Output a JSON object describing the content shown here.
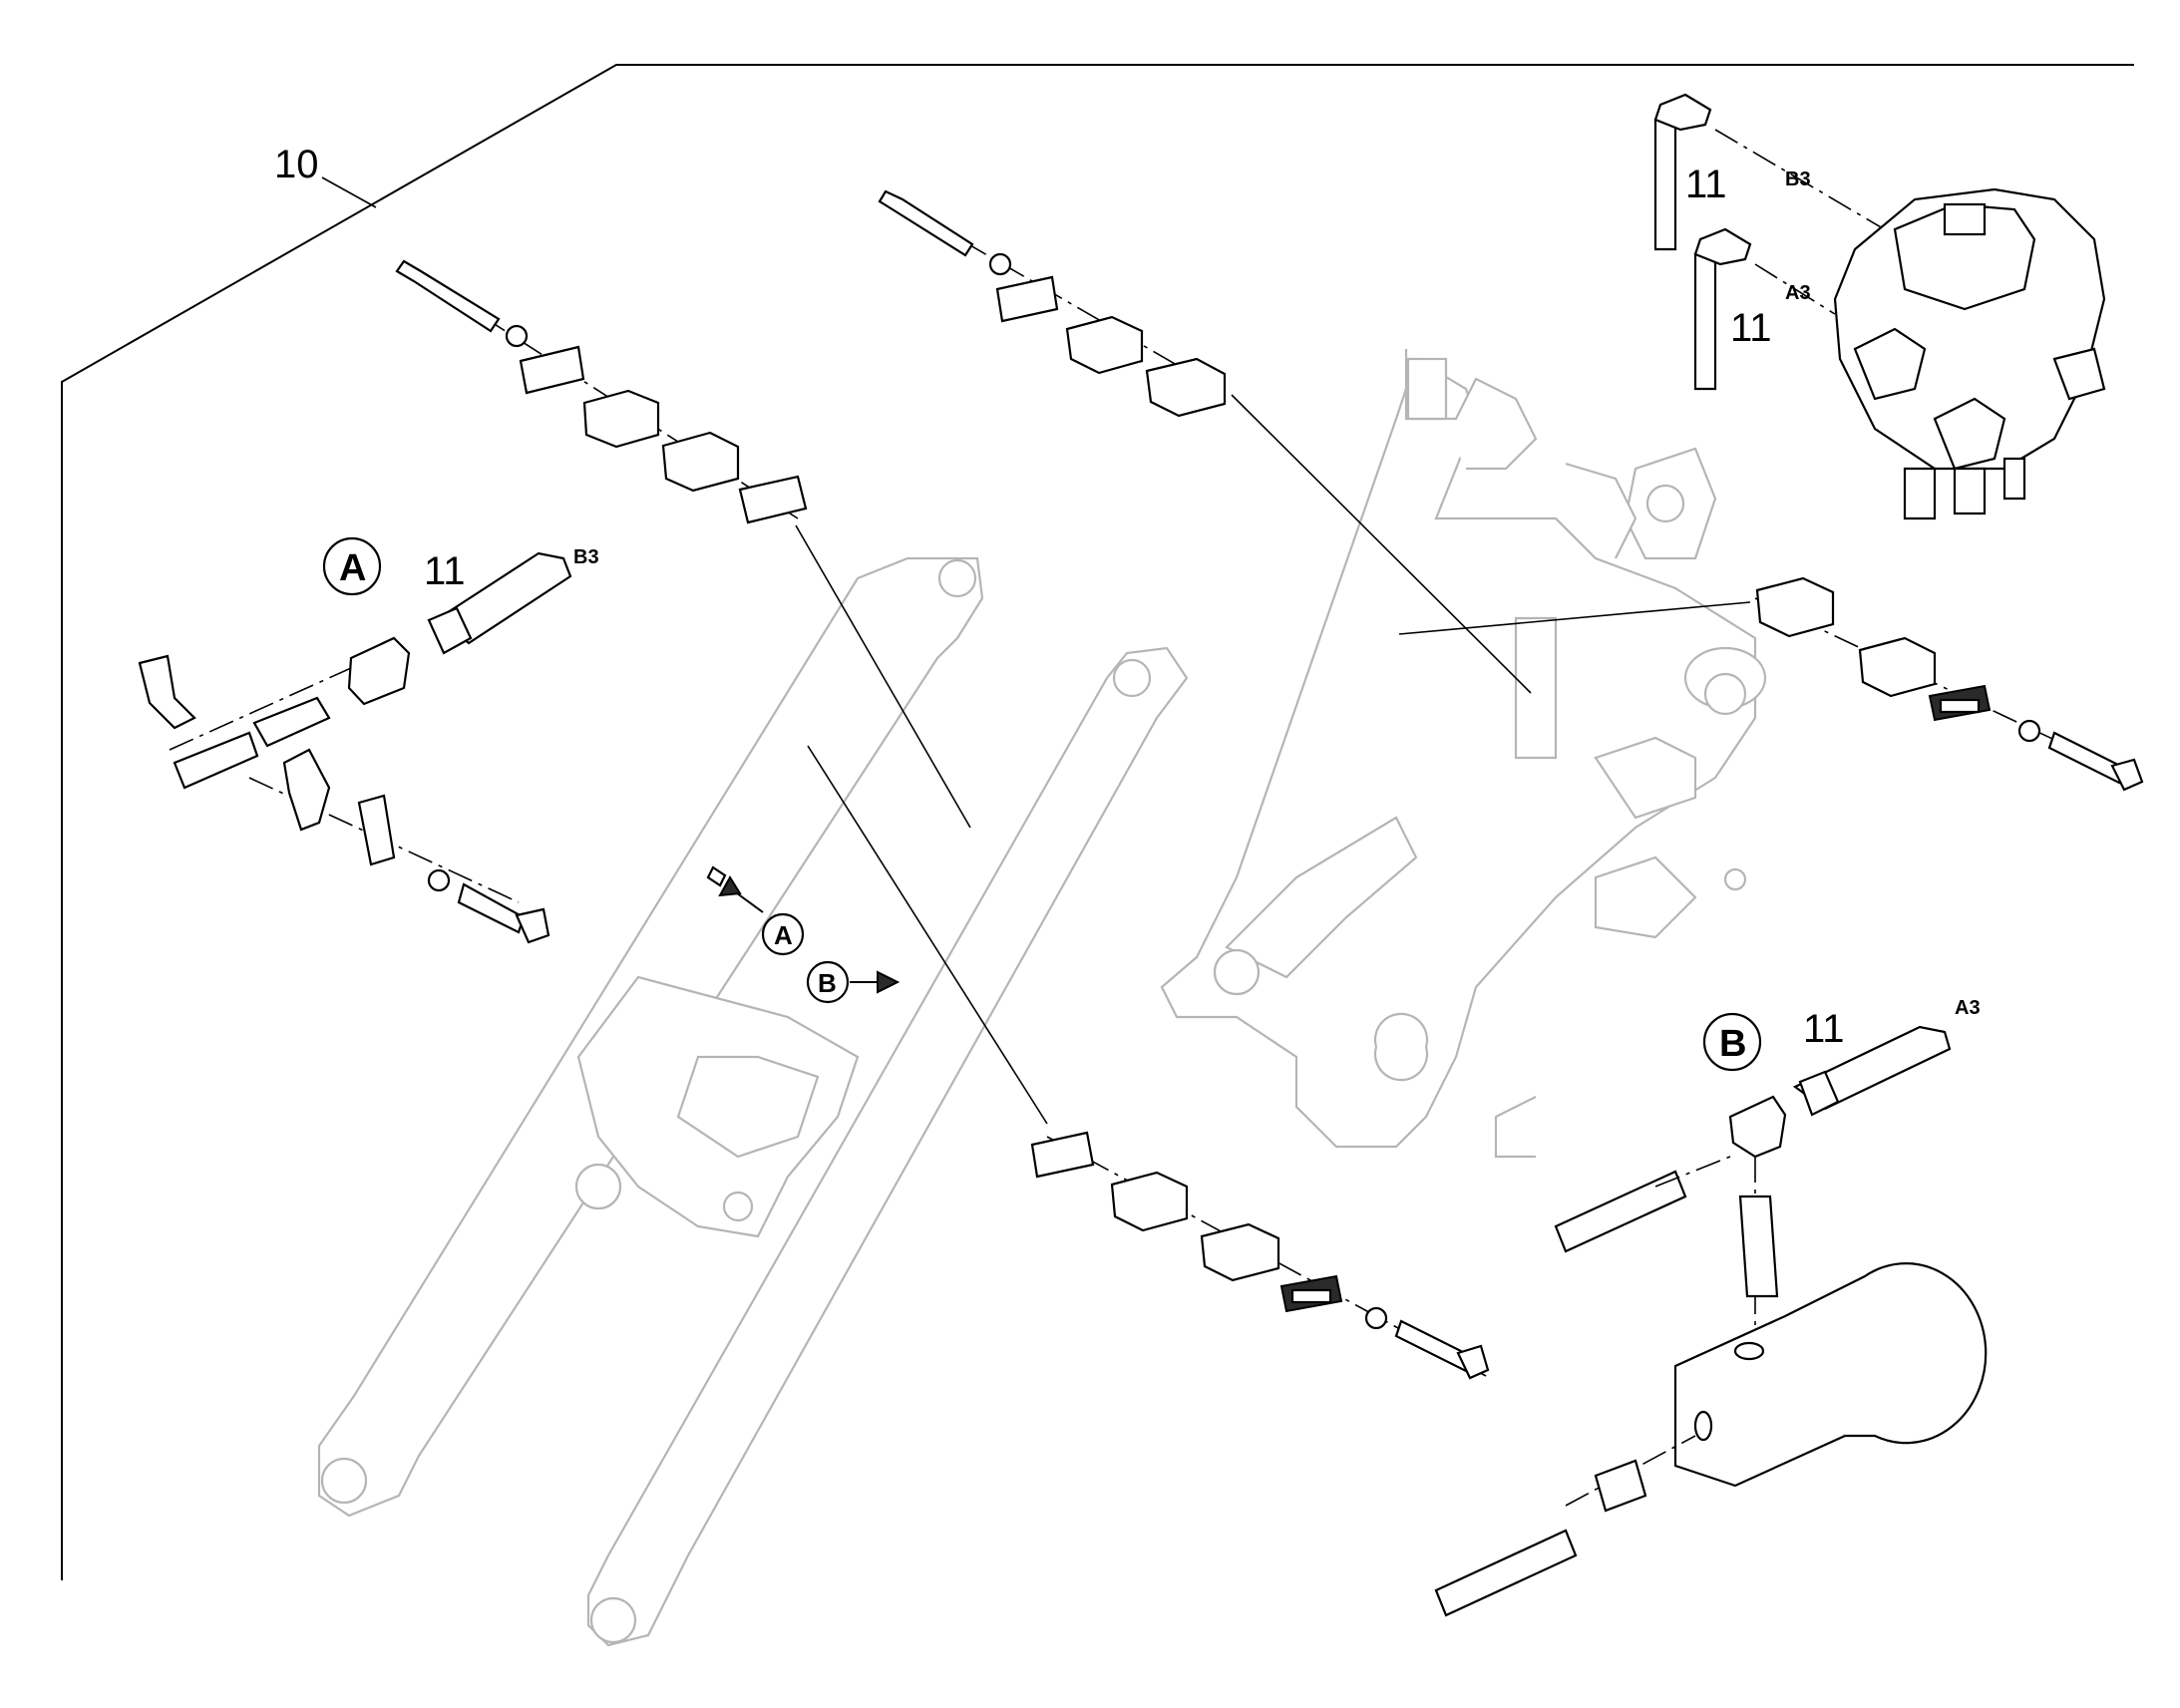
{
  "labels": {
    "kit_number": "10",
    "hose_number": "11",
    "view_a": "A",
    "view_b": "B",
    "port_b3": "B3",
    "port_a3": "A3"
  },
  "colors": {
    "line": "#000000",
    "ghost_outline": "#b5b5b5",
    "background": "#ffffff"
  },
  "icons": [
    "view-callout-circle",
    "direction-arrow"
  ]
}
